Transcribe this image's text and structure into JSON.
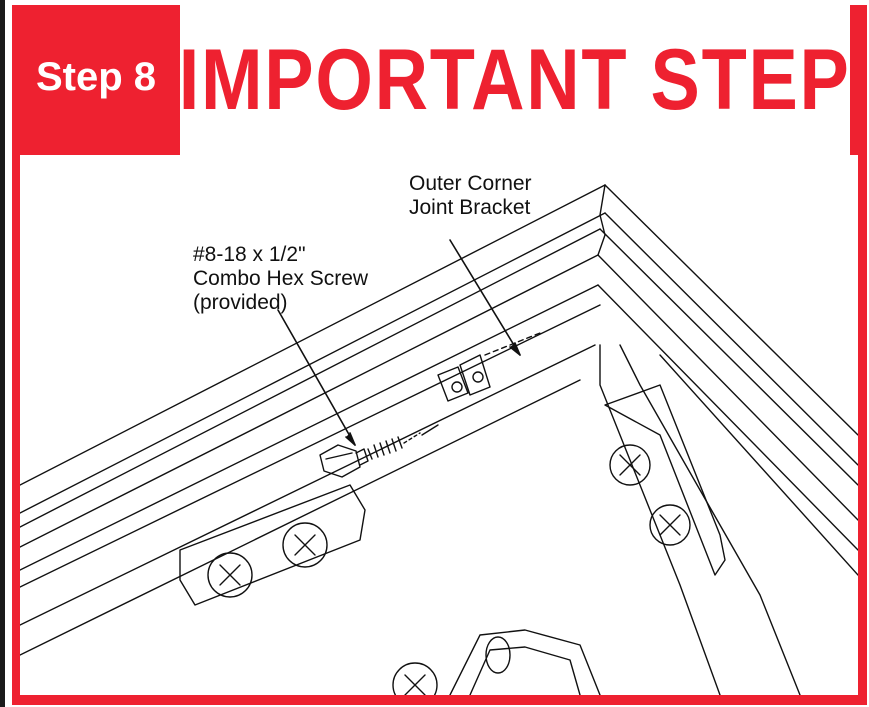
{
  "header": {
    "step_label": "Step 8",
    "title": "IMPORTANT STEP"
  },
  "callouts": {
    "bracket": {
      "line1": "Outer Corner",
      "line2": "Joint Bracket"
    },
    "screw": {
      "line1": "#8-18 x 1/2\"",
      "line2": "Combo Hex Screw",
      "line3": "(provided)"
    }
  },
  "colors": {
    "brand_red": "#ee2130",
    "line": "#111111"
  }
}
